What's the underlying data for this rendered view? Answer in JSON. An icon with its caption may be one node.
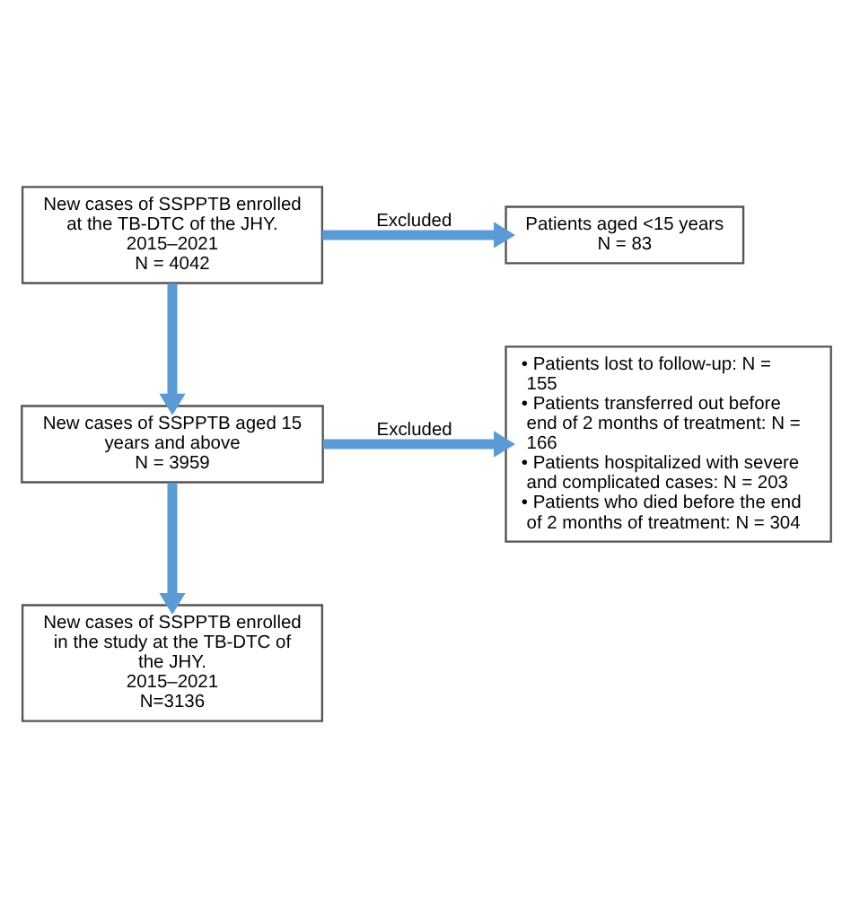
{
  "diagram": {
    "nodes": [
      {
        "text": [
          "New cases of SSPPTB enrolled at the TB-DTC of the JHY.",
          "2015–2021",
          "N = 4042"
        ]
      },
      {
        "text": [
          "Patients aged <15 years",
          "N = 83"
        ]
      },
      {
        "text": [
          "New cases of SSPPTB aged 15 years and above",
          "N = 3959"
        ]
      },
      {
        "text": [
          "• Patients lost to follow-up: N = 155",
          "• Patients transferred out before end of 2 months of treatment: N = 166",
          "• Patients hospitalized with severe and complicated cases: N = 203",
          "• Patients who died before the end of 2 months of treatment: N = 304"
        ]
      },
      {
        "text": [
          "New cases of SSPPTB enrolled in the study at the TB-DTC of the JHY.",
          "2015–2021",
          "N=3136"
        ]
      }
    ],
    "edges": [
      {
        "from": 0,
        "to": 2,
        "arrow": "to"
      },
      {
        "from": 0,
        "to": 1,
        "arrow": "to",
        "label": "Excluded"
      },
      {
        "from": 2,
        "to": 4,
        "arrow": "to"
      },
      {
        "from": 2,
        "to": 3,
        "arrow": "to",
        "label": "Excluded"
      }
    ]
  }
}
